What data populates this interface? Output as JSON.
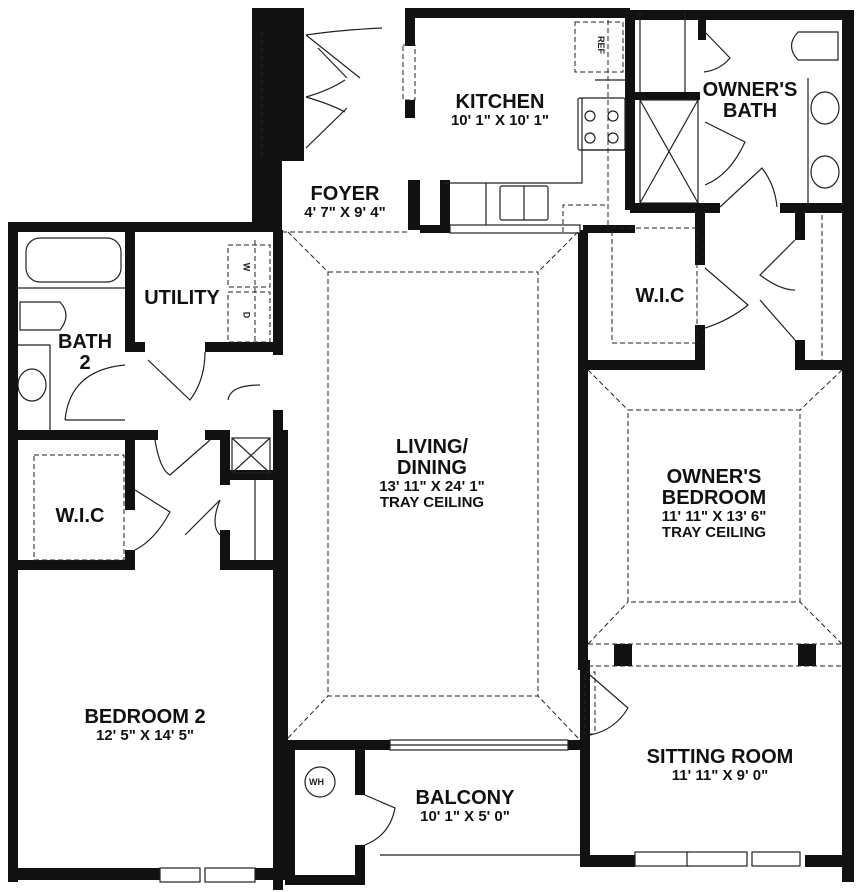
{
  "plan": {
    "wall_color": "#111111",
    "line_color": "#222222",
    "background": "#ffffff"
  },
  "rooms": {
    "kitchen": {
      "name": "KITCHEN",
      "dims": "10' 1\" X 10' 1\""
    },
    "foyer": {
      "name": "FOYER",
      "dims": "4' 7\" X 9' 4\""
    },
    "owners_bath": {
      "name_line1": "OWNER'S",
      "name_line2": "BATH"
    },
    "utility": {
      "name": "UTILITY"
    },
    "bath2": {
      "name_line1": "BATH",
      "name_line2": "2"
    },
    "wic_owner": {
      "name": "W.I.C"
    },
    "wic_bed2": {
      "name": "W.I.C"
    },
    "living": {
      "name_line1": "LIVING/",
      "name_line2": "DINING",
      "dims": "13' 11\" X 24' 1\"",
      "note": "TRAY CEILING"
    },
    "owners_bedroom": {
      "name_line1": "OWNER'S",
      "name_line2": "BEDROOM",
      "dims": "11' 11\" X 13' 6\"",
      "note": "TRAY CEILING"
    },
    "bedroom2": {
      "name": "BEDROOM 2",
      "dims": "12' 5\" X 14' 5\""
    },
    "sitting": {
      "name": "SITTING ROOM",
      "dims": "11' 11\" X 9' 0\""
    },
    "balcony": {
      "name": "BALCONY",
      "dims": "10' 1\" X 5' 0\""
    }
  },
  "fixtures": {
    "refrigerator": "REF",
    "washer": "W",
    "dryer": "D",
    "water_heater": "WH"
  }
}
